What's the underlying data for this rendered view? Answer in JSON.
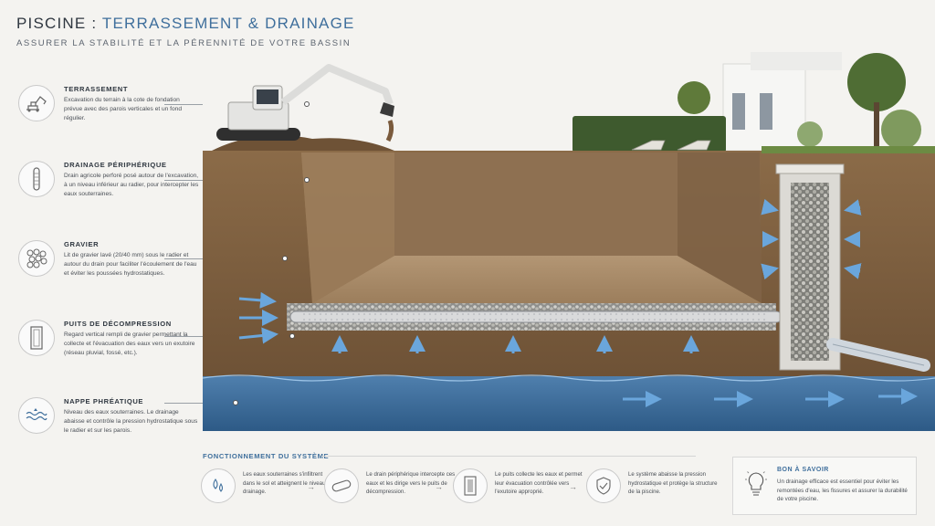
{
  "header": {
    "title_prefix": "PISCINE : ",
    "title_main": "TERRASSEMENT & DRAINAGE",
    "subtitle": "ASSURER LA STABILITÉ ET LA PÉRENNITÉ DE VOTRE BASSIN"
  },
  "legend": [
    {
      "icon": "excavator-icon",
      "title": "TERRASSEMENT",
      "text": "Excavation du terrain à la cote de fondation prévue avec des parois verticales et un fond régulier."
    },
    {
      "icon": "drain-pipe-icon",
      "title": "DRAINAGE PÉRIPHÉRIQUE",
      "text": "Drain agricole perforé posé autour de l'excavation, à un niveau inférieur au radier, pour intercepter les eaux souterraines."
    },
    {
      "icon": "gravel-icon",
      "title": "GRAVIER",
      "text": "Lit de gravier lavé (20/40 mm) sous le radier et autour du drain pour faciliter l'écoulement de l'eau et éviter les poussées hydrostatiques."
    },
    {
      "icon": "well-icon",
      "title": "PUITS DE DÉCOMPRESSION",
      "text": "Regard vertical rempli de gravier permettant la collecte et l'évacuation des eaux vers un exutoire (réseau pluvial, fossé, etc.)."
    },
    {
      "icon": "water-table-icon",
      "title": "NAPPE PHRÉATIQUE",
      "text": "Niveau des eaux souterraines. Le drainage abaisse et contrôle la pression hydrostatique sous le radier et sur les parois."
    }
  ],
  "system": {
    "title": "FONCTIONNEMENT DU SYSTÈME",
    "steps": [
      {
        "icon": "water-drops-icon",
        "text": "Les eaux souterraines s'infiltrent dans le sol et atteignent le niveau du drainage."
      },
      {
        "icon": "drain-pipe-icon",
        "text": "Le drain périphérique intercepte ces eaux et les dirige vers le puits de décompression."
      },
      {
        "icon": "well-icon",
        "text": "Le puits collecte les eaux et permet leur évacuation contrôlée vers l'exutoire approprié."
      },
      {
        "icon": "shield-icon",
        "text": "Le système abaisse la pression hydrostatique et protège la structure de la piscine."
      }
    ]
  },
  "tip": {
    "icon": "lightbulb-icon",
    "title": "BON À SAVOIR",
    "text": "Un drainage efficace est essentiel pour éviter les remontées d'eau, les fissures et assurer la durabilité de votre piscine."
  },
  "colors": {
    "accent": "#3f6f9c",
    "soil": "#8a6a48",
    "water": "#3d6f9c"
  }
}
